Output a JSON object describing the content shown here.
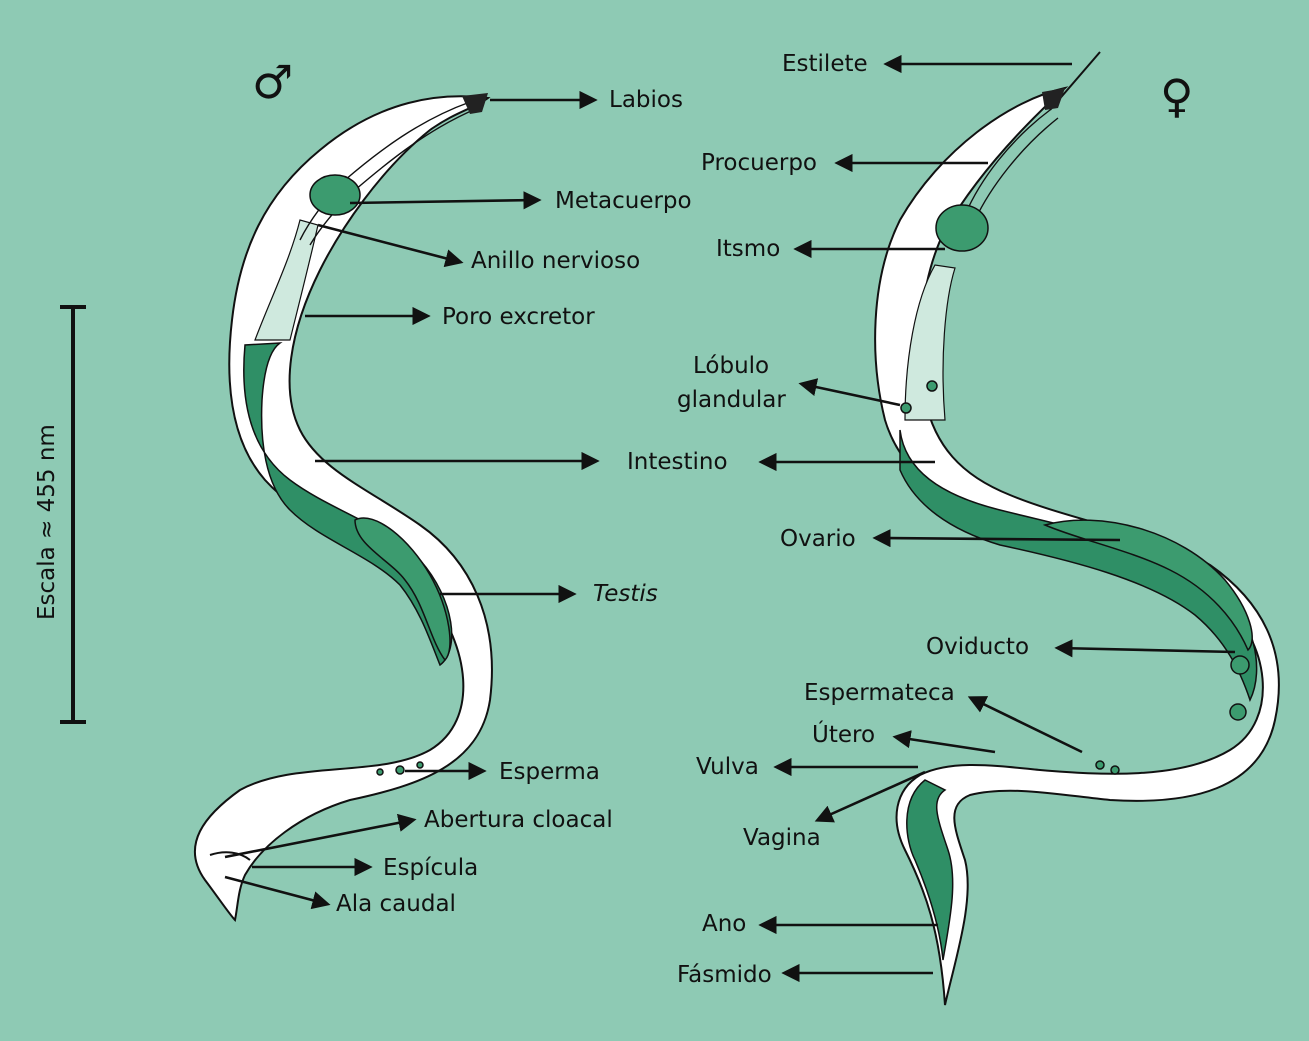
{
  "symbols": {
    "male": "♂",
    "female": "♀"
  },
  "scale": {
    "label": "Escala ≈ 455 nm"
  },
  "male_labels": {
    "labios": "Labios",
    "metacuerpo": "Metacuerpo",
    "anillo_nervioso": "Anillo nervioso",
    "poro_excretor": "Poro excretor",
    "intestino": "Intestino",
    "testis": "Testis",
    "esperma": "Esperma",
    "abertura_cloacal": "Abertura cloacal",
    "espicula": "Espícula",
    "ala_caudal": "Ala caudal"
  },
  "female_labels": {
    "estilete": "Estilete",
    "procuerpo": "Procuerpo",
    "itsmo": "Itsmo",
    "lobulo_1": "Lóbulo",
    "lobulo_2": "glandular",
    "ovario": "Ovario",
    "oviducto": "Oviducto",
    "espermateca": "Espermateca",
    "utero": "Útero",
    "vulva": "Vulva",
    "vagina": "Vagina",
    "ano": "Ano",
    "fasmido": "Fásmido"
  },
  "colors": {
    "background": "#8ecab4",
    "body_fill": "#2f8f66",
    "cuticle": "#ffffff"
  }
}
